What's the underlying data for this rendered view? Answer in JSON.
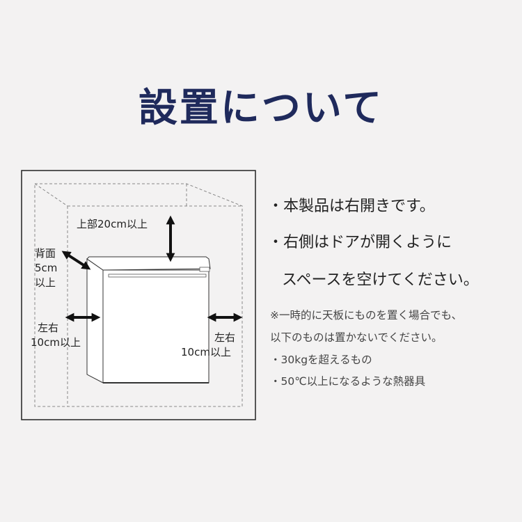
{
  "title": "設置について",
  "diagram": {
    "top_label": "上部20cm以上",
    "back_label_1": "背面",
    "back_label_2": "5cm",
    "back_label_3": "以上",
    "left_label_1": "左右",
    "left_label_2": "10cm以上",
    "right_label_1": "左右",
    "right_label_2": "10cm以上"
  },
  "bullets": [
    "・本製品は右開きです。",
    "・右側はドアが開くように",
    "スペースを空けてください。"
  ],
  "notes": [
    "※一時的に天板にものを置く場合でも、",
    "以下のものは置かないでください。",
    "・30kgを超えるもの",
    "・50℃以上になるような熱器具"
  ],
  "colors": {
    "title": "#1f2a5c",
    "background": "#f3f2f2",
    "arrow": "#111111"
  }
}
